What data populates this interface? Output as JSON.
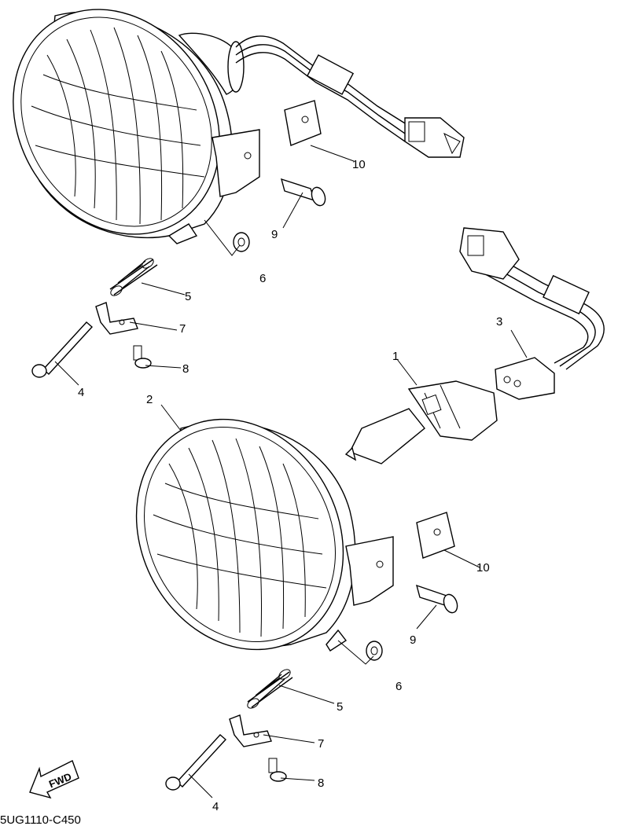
{
  "diagram_code": "5UG1110-C450",
  "fwd_label": "FWD",
  "callouts": {
    "p1": "1",
    "p2": "2",
    "p3": "3",
    "p4a": "4",
    "p4b": "4",
    "p5a": "5",
    "p5b": "5",
    "p6a": "6",
    "p6b": "6",
    "p7a": "7",
    "p7b": "7",
    "p8a": "8",
    "p8b": "8",
    "p9a": "9",
    "p9b": "9",
    "p10a": "10",
    "p10b": "10"
  }
}
